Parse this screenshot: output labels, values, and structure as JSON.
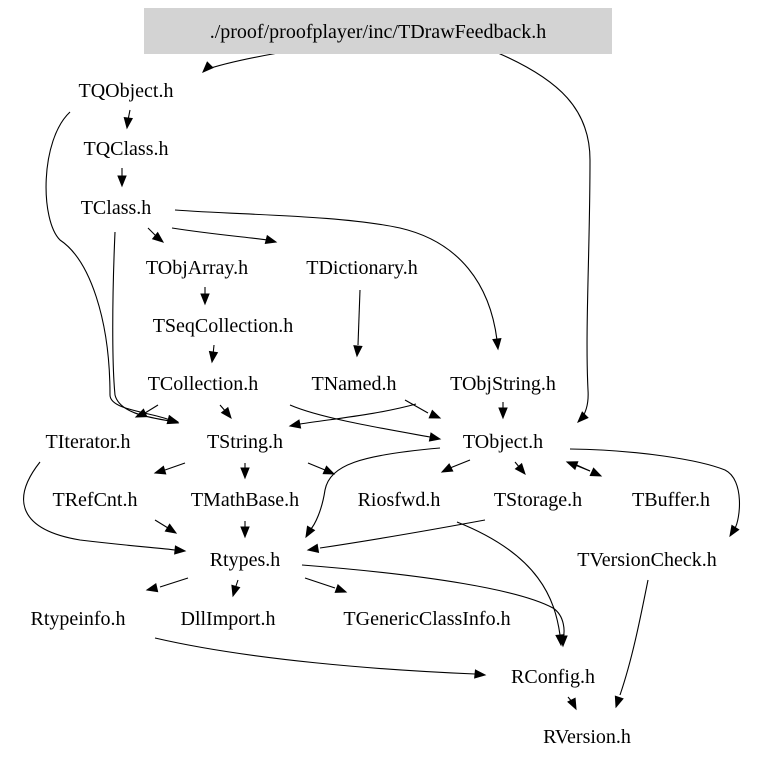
{
  "diagram": {
    "type": "include-dependency-graph",
    "root": "./proof/proofplayer/inc/TDrawFeedback.h",
    "nodes": [
      {
        "id": "root",
        "label": "./proof/proofplayer/inc/TDrawFeedback.h",
        "highlighted": true
      },
      {
        "id": "TQObject",
        "label": "TQObject.h"
      },
      {
        "id": "TQClass",
        "label": "TQClass.h"
      },
      {
        "id": "TClass",
        "label": "TClass.h"
      },
      {
        "id": "TObjArray",
        "label": "TObjArray.h"
      },
      {
        "id": "TDictionary",
        "label": "TDictionary.h"
      },
      {
        "id": "TSeqCollection",
        "label": "TSeqCollection.h"
      },
      {
        "id": "TCollection",
        "label": "TCollection.h"
      },
      {
        "id": "TNamed",
        "label": "TNamed.h"
      },
      {
        "id": "TObjString",
        "label": "TObjString.h"
      },
      {
        "id": "TIterator",
        "label": "TIterator.h"
      },
      {
        "id": "TString",
        "label": "TString.h"
      },
      {
        "id": "TObject",
        "label": "TObject.h"
      },
      {
        "id": "TRefCnt",
        "label": "TRefCnt.h"
      },
      {
        "id": "TMathBase",
        "label": "TMathBase.h"
      },
      {
        "id": "Riosfwd",
        "label": "Riosfwd.h"
      },
      {
        "id": "TStorage",
        "label": "TStorage.h"
      },
      {
        "id": "TBuffer",
        "label": "TBuffer.h"
      },
      {
        "id": "Rtypes",
        "label": "Rtypes.h"
      },
      {
        "id": "TVersionCheck",
        "label": "TVersionCheck.h"
      },
      {
        "id": "Rtypeinfo",
        "label": "Rtypeinfo.h"
      },
      {
        "id": "DllImport",
        "label": "DllImport.h"
      },
      {
        "id": "TGenericClassInfo",
        "label": "TGenericClassInfo.h"
      },
      {
        "id": "RConfig",
        "label": "RConfig.h"
      },
      {
        "id": "RVersion",
        "label": "RVersion.h"
      }
    ],
    "edges": [
      {
        "from": "root",
        "to": "TQObject"
      },
      {
        "from": "root",
        "to": "TObject"
      },
      {
        "from": "TQObject",
        "to": "TQClass"
      },
      {
        "from": "TQObject",
        "to": "TString"
      },
      {
        "from": "TQClass",
        "to": "TClass"
      },
      {
        "from": "TClass",
        "to": "TObjArray"
      },
      {
        "from": "TClass",
        "to": "TDictionary"
      },
      {
        "from": "TClass",
        "to": "TObjString"
      },
      {
        "from": "TClass",
        "to": "TString"
      },
      {
        "from": "TObjArray",
        "to": "TSeqCollection"
      },
      {
        "from": "TSeqCollection",
        "to": "TCollection"
      },
      {
        "from": "TDictionary",
        "to": "TNamed"
      },
      {
        "from": "TCollection",
        "to": "TIterator"
      },
      {
        "from": "TCollection",
        "to": "TString"
      },
      {
        "from": "TCollection",
        "to": "TObject"
      },
      {
        "from": "TNamed",
        "to": "TObject"
      },
      {
        "from": "TObjString",
        "to": "TObject"
      },
      {
        "from": "TObjString",
        "to": "TString"
      },
      {
        "from": "TString",
        "to": "TRefCnt"
      },
      {
        "from": "TString",
        "to": "TMathBase"
      },
      {
        "from": "TString",
        "to": "Riosfwd"
      },
      {
        "from": "TObject",
        "to": "Riosfwd"
      },
      {
        "from": "TObject",
        "to": "TStorage"
      },
      {
        "from": "TObject",
        "to": "TBuffer"
      },
      {
        "from": "TObject",
        "to": "Rtypes"
      },
      {
        "from": "TObject",
        "to": "TVersionCheck"
      },
      {
        "from": "TBuffer",
        "to": "TObject"
      },
      {
        "from": "TIterator",
        "to": "Rtypes"
      },
      {
        "from": "TRefCnt",
        "to": "Rtypes"
      },
      {
        "from": "TMathBase",
        "to": "Rtypes"
      },
      {
        "from": "TStorage",
        "to": "Rtypes"
      },
      {
        "from": "TStorage",
        "to": "RConfig"
      },
      {
        "from": "Rtypes",
        "to": "Rtypeinfo"
      },
      {
        "from": "Rtypes",
        "to": "DllImport"
      },
      {
        "from": "Rtypes",
        "to": "TGenericClassInfo"
      },
      {
        "from": "Rtypes",
        "to": "RConfig"
      },
      {
        "from": "Rtypeinfo",
        "to": "RConfig"
      },
      {
        "from": "RConfig",
        "to": "RVersion"
      },
      {
        "from": "TVersionCheck",
        "to": "RVersion"
      }
    ]
  }
}
